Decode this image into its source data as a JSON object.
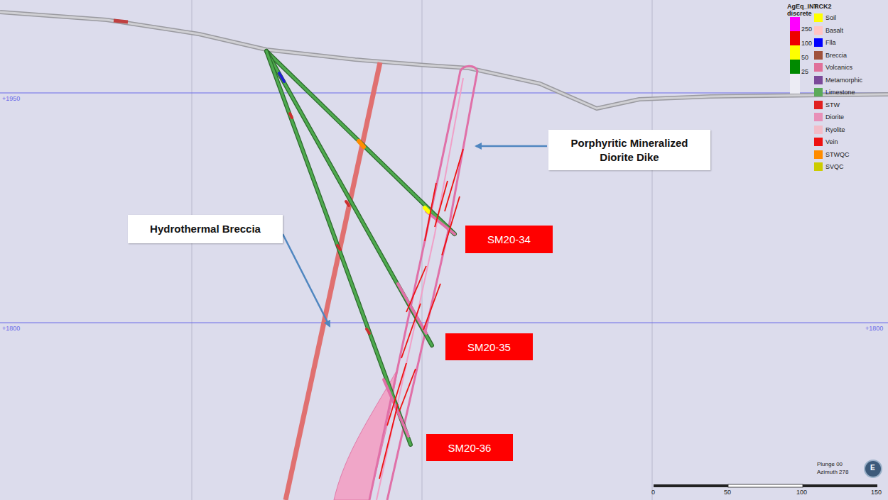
{
  "diagram": {
    "nodes": [
      {
        "text": [
          "Porphyritic Mineralized Diorite Dike"
        ]
      },
      {
        "text": [
          "Hydrothermal Breccia"
        ]
      },
      {
        "text": [
          "SM20-34"
        ]
      },
      {
        "text": [
          "SM20-35"
        ]
      },
      {
        "text": [
          "SM20-36"
        ]
      }
    ],
    "labels": [
      "AgEq_INT discrete",
      "RCK2",
      "+1950",
      "+1800",
      "+1800",
      "0",
      "50",
      "100",
      "150",
      "Plunge 00",
      "Azimuth 278",
      "E"
    ],
    "legend": [
      {
        "text": "250",
        "color": "#ff00ff"
      },
      {
        "text": "100",
        "color": "#ee0000"
      },
      {
        "text": "50",
        "color": "#ffff00"
      },
      {
        "text": "25",
        "color": "#008a00"
      },
      {
        "text": "Soil",
        "color": "#ffff00"
      },
      {
        "text": "Basalt",
        "color": "#ffc4c4"
      },
      {
        "text": "Flla",
        "color": "#0000ff"
      },
      {
        "text": "Breccia",
        "color": "#a0523c"
      },
      {
        "text": "Volcanics",
        "color": "#e0709a"
      },
      {
        "text": "Metamorphic",
        "color": "#7b4a9a"
      },
      {
        "text": "Limestone",
        "color": "#5aaa5a"
      },
      {
        "text": "STW",
        "color": "#e02020"
      },
      {
        "text": "Diorite",
        "color": "#e890b8"
      },
      {
        "text": "Ryolite",
        "color": "#f2bcc8"
      },
      {
        "text": "Vein",
        "color": "#ee1111"
      },
      {
        "text": "STWQC",
        "color": "#ff8c00"
      },
      {
        "text": "SVQC",
        "color": "#cccc00"
      }
    ]
  }
}
